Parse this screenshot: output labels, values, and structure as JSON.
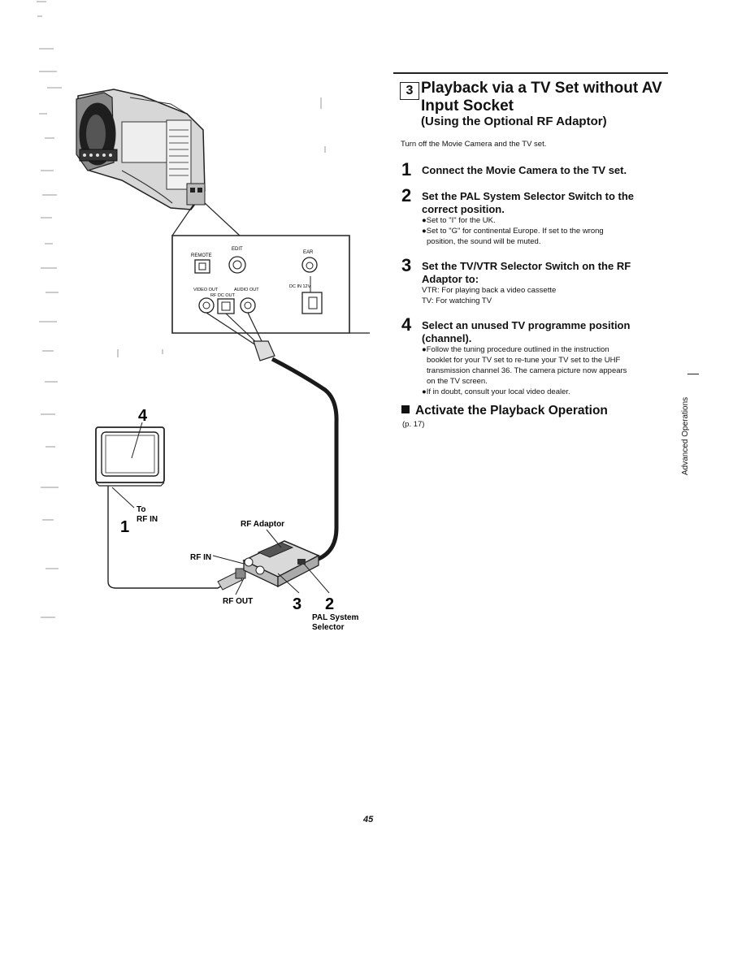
{
  "section": {
    "number": "3",
    "title": "Playback via a TV Set without AV Input Socket",
    "subtitle": "(Using the Optional RF Adaptor)",
    "intro": "Turn off the Movie Camera and the TV set."
  },
  "steps": [
    {
      "number": "1",
      "heading": "Connect the Movie Camera to the TV set.",
      "lines": []
    },
    {
      "number": "2",
      "heading_line1": "Set the PAL System Selector Switch to the",
      "heading_line2": "correct position.",
      "lines": [
        "●Set to \"I\" for the UK.",
        "●Set to \"G\" for continental Europe. If set to the wrong",
        "position, the sound will be muted."
      ]
    },
    {
      "number": "3",
      "heading_line1": "Set the TV/VTR Selector Switch on the RF",
      "heading_line2": "Adaptor to:",
      "lines": [
        "VTR:  For playing back a video cassette",
        "TV:     For watching TV"
      ]
    },
    {
      "number": "4",
      "heading_line1": "Select an unused TV programme position",
      "heading_line2": "(channel).",
      "lines": [
        "●Follow the tuning procedure outlined in the instruction",
        "booklet for your TV set to re-tune your TV set to the UHF",
        "transmission channel 36. The camera picture now appears",
        "on the TV screen.",
        "●If in doubt, consult your local video dealer."
      ]
    }
  ],
  "activate": {
    "heading": "Activate the Playback Operation",
    "ref": "(p. 17)"
  },
  "side_tab": "Advanced Operations",
  "page_number": "45",
  "diagram": {
    "panel": {
      "remote": "REMOTE",
      "edit": "EDIT",
      "ear": "EAR",
      "video_out": "VIDEO OUT",
      "rf_dc_out": "RF DC OUT",
      "audio_out": "AUDIO OUT",
      "dc_in": "DC IN 12V"
    },
    "callout_4": "4",
    "callout_1": "1",
    "to_rf_in_line1": "To",
    "to_rf_in_line2": "RF IN",
    "rf_adaptor": "RF Adaptor",
    "rf_in": "RF IN",
    "rf_out": "RF OUT",
    "callout_3": "3",
    "callout_2": "2",
    "pal_line1": "PAL System",
    "pal_line2": "Selector"
  }
}
